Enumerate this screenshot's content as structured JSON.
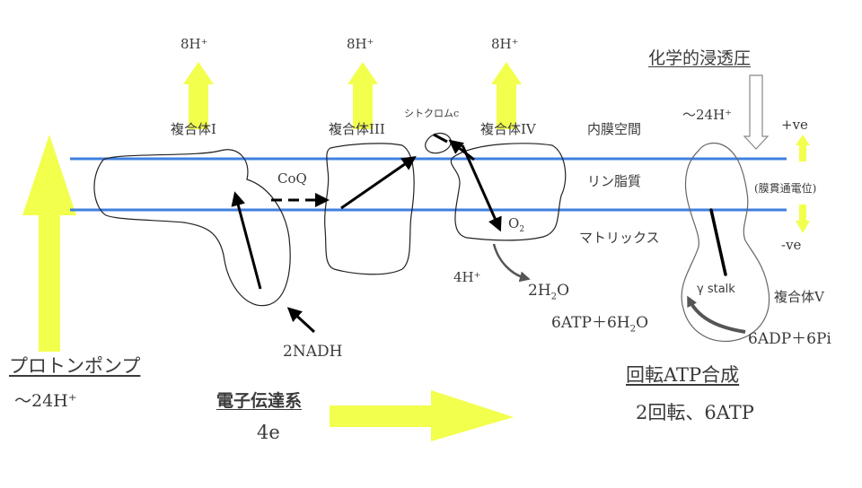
{
  "top_proton_labels": [
    "8H⁺",
    "8H⁺",
    "8H⁺"
  ],
  "complexes": {
    "c1": "複合体I",
    "c3": "複合体III",
    "c4": "複合体IV",
    "c5": "複合体V",
    "cytc": "シトクロムc",
    "coq": "CoQ"
  },
  "regions": {
    "intermembrane": "内膜空間",
    "lipid": "リン脂質",
    "matrix": "マトリックス"
  },
  "reactions": {
    "o2": "O",
    "o2_sub": "2",
    "h4": "4H⁺",
    "h2o_a": "2H",
    "h2o_sub": "2",
    "h2o_b": "O",
    "nadh": "2NADH",
    "atp_a": "6ATP＋6H",
    "atp_sub": "2",
    "atp_b": "O",
    "adp": "6ADP＋6Pi",
    "gamma": "γ stalk"
  },
  "potential": {
    "title": "化学的浸透圧",
    "h24": "～24H⁺",
    "plus": "+ve",
    "minus": "-ve",
    "membrane": "(膜貫通電位)"
  },
  "bottom": {
    "proton_pump": "プロトンポンプ",
    "proton_count": "～24H⁺",
    "etc": "電子伝達系",
    "etc_e": "4e",
    "rotary": "回転ATP合成",
    "rotary_result": "2回転、6ATP"
  },
  "colors": {
    "arrow_yellow": "#f2ff4d",
    "membrane_blue": "#3f7fe0",
    "text": "#3a3a3a"
  }
}
